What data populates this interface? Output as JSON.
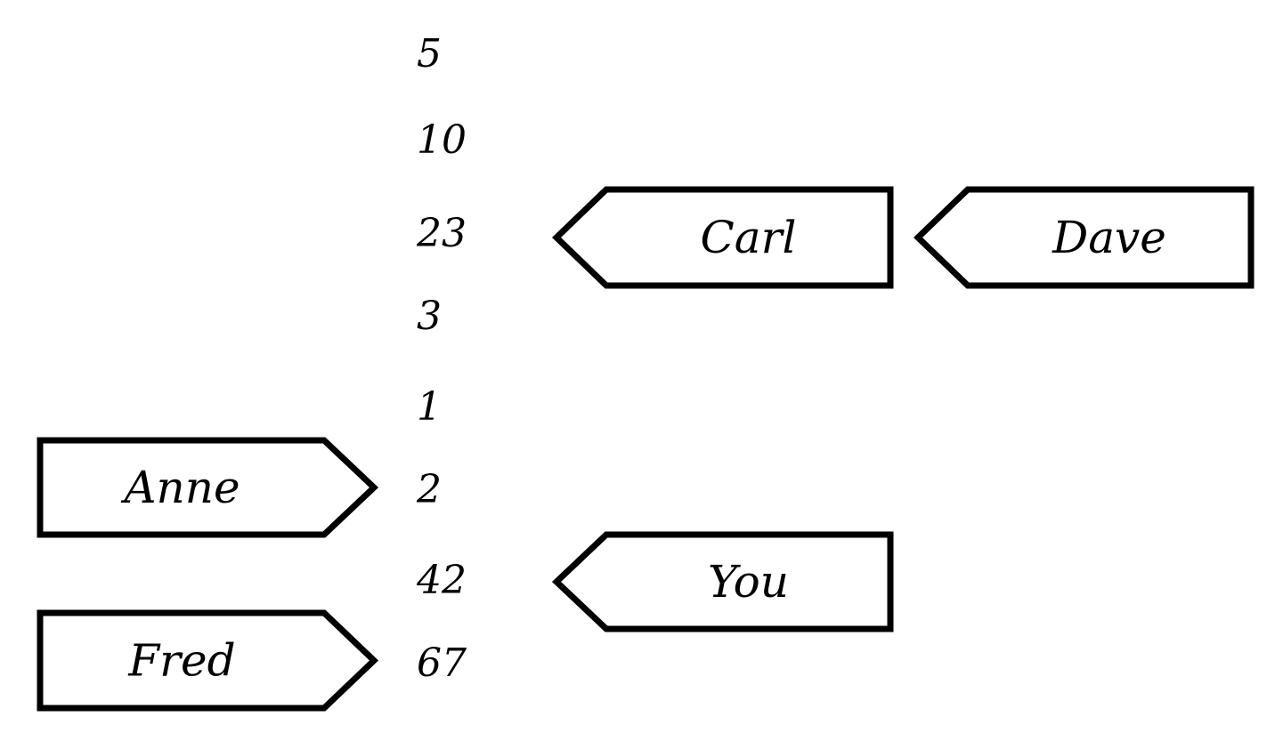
{
  "memory_cells": [
    "5",
    "10",
    "23",
    "3",
    "1",
    "2",
    "42",
    "67"
  ],
  "tags": [
    {
      "name": "Carl",
      "points_to": "23",
      "direction": "left"
    },
    {
      "name": "Dave",
      "points_to": "Carl",
      "direction": "left"
    },
    {
      "name": "Anne",
      "points_to": "2",
      "direction": "right"
    },
    {
      "name": "You",
      "points_to": "42",
      "direction": "left"
    },
    {
      "name": "Fred",
      "points_to": "67",
      "direction": "right"
    }
  ]
}
